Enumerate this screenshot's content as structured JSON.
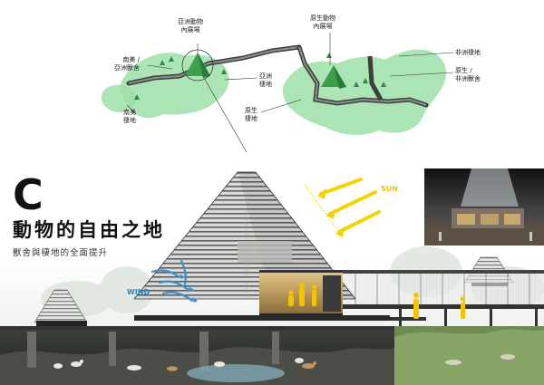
{
  "map": {
    "labels": [
      {
        "id": "asia-indoor",
        "lines": [
          "亞洲動物",
          "內展場"
        ]
      },
      {
        "id": "native-indoor",
        "lines": [
          "原生動物",
          "內展場"
        ]
      },
      {
        "id": "sa-asia-house",
        "lines": [
          "南美 /",
          "亞洲獸舍"
        ]
      },
      {
        "id": "asia-habitat",
        "lines": [
          "亞洲",
          "棲地"
        ]
      },
      {
        "id": "sa-habitat",
        "lines": [
          "南美",
          "棲地"
        ]
      },
      {
        "id": "native-habitat",
        "lines": [
          "原生",
          "棲地"
        ]
      },
      {
        "id": "africa-habitat",
        "lines": [
          "非洲棲地"
        ]
      },
      {
        "id": "native-africa-house",
        "lines": [
          "原生 /",
          "非洲獸舍"
        ]
      }
    ]
  },
  "section": {
    "letter": "C",
    "title": "動物的自由之地",
    "subtitle": "獸舍與棲地的全面提升",
    "sun_label": "SUN",
    "wind_label": "WIND"
  },
  "colors": {
    "habitat_green": "#9ee0a8",
    "sun_yellow": "#f2d400",
    "wind_blue": "#3a8fcf",
    "figure_yellow": "#f5c400"
  }
}
